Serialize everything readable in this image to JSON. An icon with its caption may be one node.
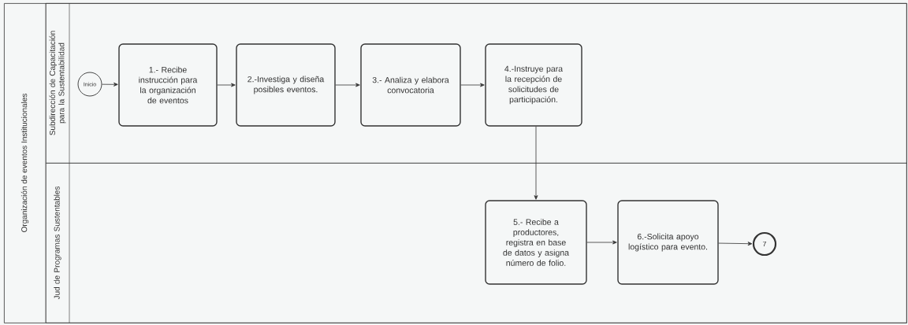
{
  "diagram": {
    "nodes": [
      {
        "text": [
          "Organización de eventos Institucionales"
        ]
      },
      {
        "text": [
          "Subdirección de Capacitación para la Sustentabilidad"
        ],
        "in": 0
      },
      {
        "text": [
          "Inicio"
        ],
        "in": 1
      },
      {
        "text": [
          "1.- Recibe instrucción para la organización de eventos"
        ],
        "in": 1
      },
      {
        "text": [
          "2.-Investiga y diseña posibles eventos."
        ],
        "in": 1
      },
      {
        "text": [
          "3.- Analiza y elabora convocatoria"
        ],
        "in": 1
      },
      {
        "text": [
          "4.-Instruye para la recepción de solicitudes de participación."
        ],
        "in": 1
      },
      {
        "text": [
          "Jud de Programas Sustentables"
        ],
        "in": 0
      },
      {
        "text": [
          "5.- Recibe a productores, registra en base de datos y asigna número de folio."
        ],
        "in": 7
      },
      {
        "text": [
          "6.-Solicita apoyo logístico para evento."
        ],
        "in": 7
      },
      {
        "text": [
          "7"
        ],
        "in": 7
      }
    ],
    "edges": [
      {
        "from": 2,
        "to": 3,
        "arrow": "to"
      },
      {
        "from": 3,
        "to": 4,
        "arrow": "to"
      },
      {
        "from": 4,
        "to": 5,
        "arrow": "to"
      },
      {
        "from": 5,
        "to": 6,
        "arrow": "to"
      },
      {
        "from": 6,
        "to": 8,
        "arrow": "to"
      },
      {
        "from": 8,
        "to": 9,
        "arrow": "to"
      },
      {
        "from": 9,
        "to": 10,
        "arrow": "to"
      }
    ]
  }
}
